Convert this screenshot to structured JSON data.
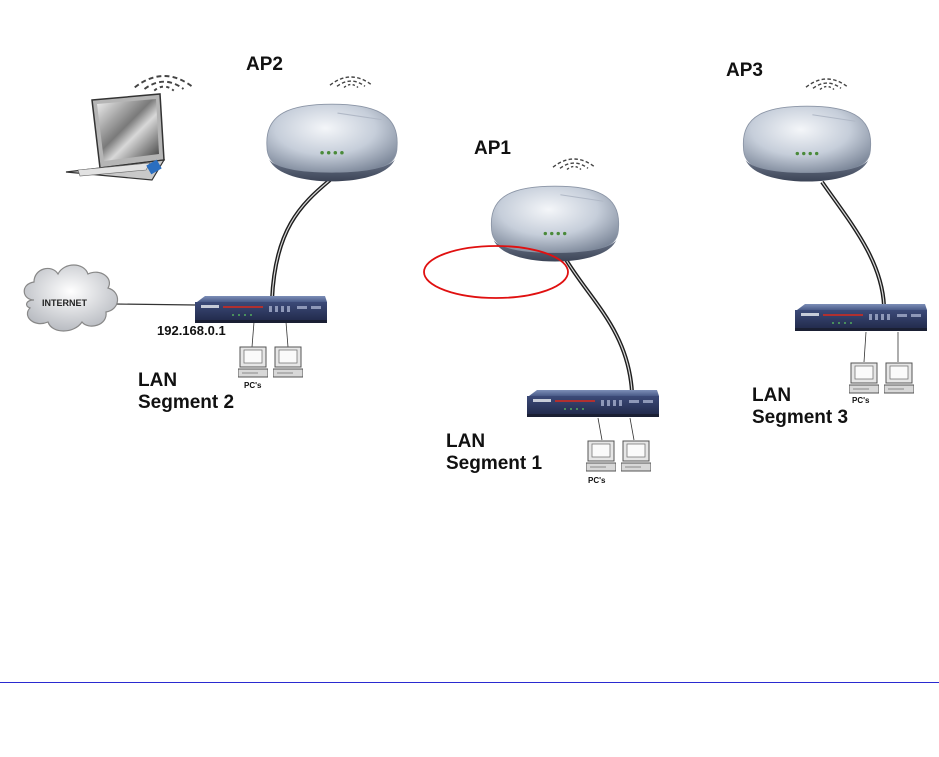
{
  "access_points": [
    {
      "id": "ap2",
      "label": "AP2"
    },
    {
      "id": "ap1",
      "label": "AP1"
    },
    {
      "id": "ap3",
      "label": "AP3"
    }
  ],
  "segments": [
    {
      "line1": "LAN",
      "line2": "Segment 2"
    },
    {
      "line1": "LAN",
      "line2": "Segment 1"
    },
    {
      "line1": "LAN",
      "line2": "Segment 3"
    }
  ],
  "router_ip": "192.168.0.1",
  "internet_label": "INTERNET",
  "pcs_label": "PC's",
  "colors": {
    "highlight": "#e01010",
    "rule": "#2a2ad0",
    "switch": "#3a4a7a",
    "ap_body": "#c9d1dc"
  }
}
